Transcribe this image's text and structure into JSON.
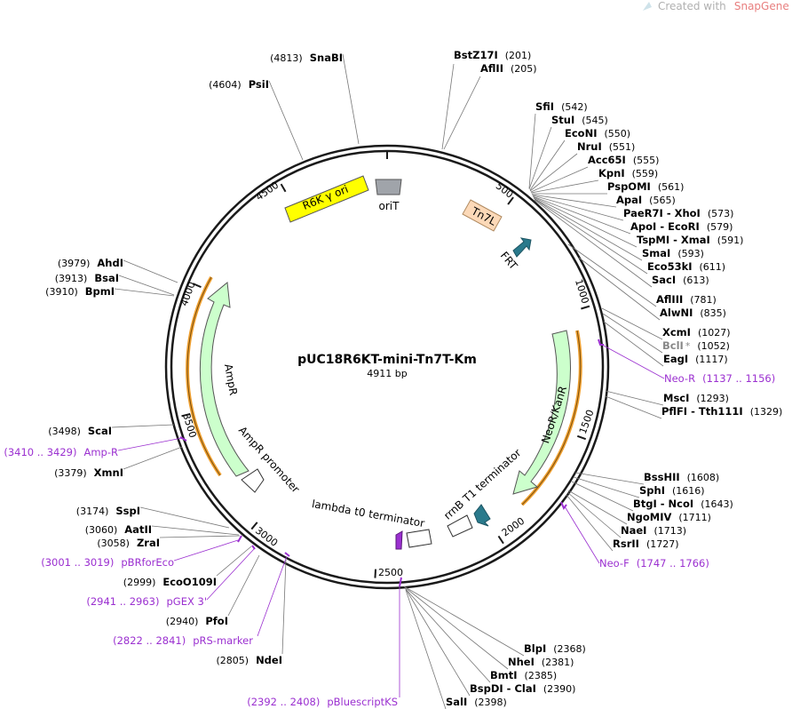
{
  "watermark": {
    "prefix": "Created with",
    "brand": "SnapGene",
    "mark": "®"
  },
  "plasmid": {
    "name": "pUC18R6KT-mini-Tn7T-Km",
    "length_label": "4911 bp"
  },
  "ticks": [
    "500",
    "1000",
    "1500",
    "2000",
    "2500",
    "3000",
    "3500",
    "4000",
    "4500"
  ],
  "features": {
    "r6k": "R6K γ ori",
    "orit": "oriT",
    "tn7l": "Tn7L",
    "frt": "FRT",
    "neor": "NeoR/KanR",
    "ampr": "AmpR",
    "ampr_promoter": "AmpR promoter",
    "lambda": "lambda t0 terminator",
    "rrnb": "rrnB T1 terminator"
  },
  "sites": [
    {
      "name": "BstZ17I",
      "pos": "(201)"
    },
    {
      "name": "AflII",
      "pos": "(205)"
    },
    {
      "name": "SfiI",
      "pos": "(542)"
    },
    {
      "name": "StuI",
      "pos": "(545)"
    },
    {
      "name": "EcoNI",
      "pos": "(550)"
    },
    {
      "name": "NruI",
      "pos": "(551)"
    },
    {
      "name": "Acc65I",
      "pos": "(555)"
    },
    {
      "name": "KpnI",
      "pos": "(559)"
    },
    {
      "name": "PspOMI",
      "pos": "(561)"
    },
    {
      "name": "ApaI",
      "pos": "(565)"
    },
    {
      "name": "PaeR7I - XhoI",
      "pos": "(573)"
    },
    {
      "name": "ApoI - EcoRI",
      "pos": "(579)"
    },
    {
      "name": "TspMI - XmaI",
      "pos": "(591)"
    },
    {
      "name": "SmaI",
      "pos": "(593)"
    },
    {
      "name": "Eco53kI",
      "pos": "(611)"
    },
    {
      "name": "SacI",
      "pos": "(613)"
    },
    {
      "name": "AflIII",
      "pos": "(781)"
    },
    {
      "name": "AlwNI",
      "pos": "(835)"
    },
    {
      "name": "XcmI",
      "pos": "(1027)"
    },
    {
      "name": "BclI",
      "star": "*",
      "pos": "(1052)"
    },
    {
      "name": "EagI",
      "pos": "(1117)"
    },
    {
      "name": "MscI",
      "pos": "(1293)"
    },
    {
      "name": "PflFI - Tth111I",
      "pos": "(1329)"
    },
    {
      "name": "BssHII",
      "pos": "(1608)"
    },
    {
      "name": "SphI",
      "pos": "(1616)"
    },
    {
      "name": "BtgI - NcoI",
      "pos": "(1643)"
    },
    {
      "name": "NgoMIV",
      "pos": "(1711)"
    },
    {
      "name": "NaeI",
      "pos": "(1713)"
    },
    {
      "name": "RsrII",
      "pos": "(1727)"
    },
    {
      "name": "BlpI",
      "pos": "(2368)"
    },
    {
      "name": "NheI",
      "pos": "(2381)"
    },
    {
      "name": "BmtI",
      "pos": "(2385)"
    },
    {
      "name": "BspDI - ClaI",
      "pos": "(2390)"
    },
    {
      "name": "SalI",
      "pos": "(2398)"
    },
    {
      "name": "NdeI",
      "pos": "(2805)"
    },
    {
      "name": "PfoI",
      "pos": "(2940)"
    },
    {
      "name": "EcoO109I",
      "pos": "(2999)"
    },
    {
      "name": "ZraI",
      "pos": "(3058)"
    },
    {
      "name": "AatII",
      "pos": "(3060)"
    },
    {
      "name": "SspI",
      "pos": "(3174)"
    },
    {
      "name": "XmnI",
      "pos": "(3379)"
    },
    {
      "name": "ScaI",
      "pos": "(3498)"
    },
    {
      "name": "BpmI",
      "pos": "(3910)"
    },
    {
      "name": "BsaI",
      "pos": "(3913)"
    },
    {
      "name": "AhdI",
      "pos": "(3979)"
    },
    {
      "name": "PsiI",
      "pos": "(4604)"
    },
    {
      "name": "SnaBI",
      "pos": "(4813)"
    }
  ],
  "primers": [
    {
      "name": "Neo-R",
      "range": "(1137 .. 1156)"
    },
    {
      "name": "Neo-F",
      "range": "(1747 .. 1766)"
    },
    {
      "name": "pBluescriptKS",
      "range": "(2392 .. 2408)"
    },
    {
      "name": "pRS-marker",
      "range": "(2822 .. 2841)"
    },
    {
      "name": "pGEX 3'",
      "range": "(2941 .. 2963)"
    },
    {
      "name": "pBRforEco",
      "range": "(3001 .. 3019)"
    },
    {
      "name": "Amp-R",
      "range": "(3410 .. 3429)"
    }
  ],
  "colors": {
    "backbone": "#1a1a1a",
    "r6k": "#ffff00",
    "orit": "#a0a4aa",
    "tn7l": "#fcd9b8",
    "frt": "#2a7a8c",
    "cds": "#ccffcc",
    "cds_stroke": "#555555",
    "orange": "#f0a030",
    "primer": "#9b30d0",
    "line": "#777777"
  }
}
